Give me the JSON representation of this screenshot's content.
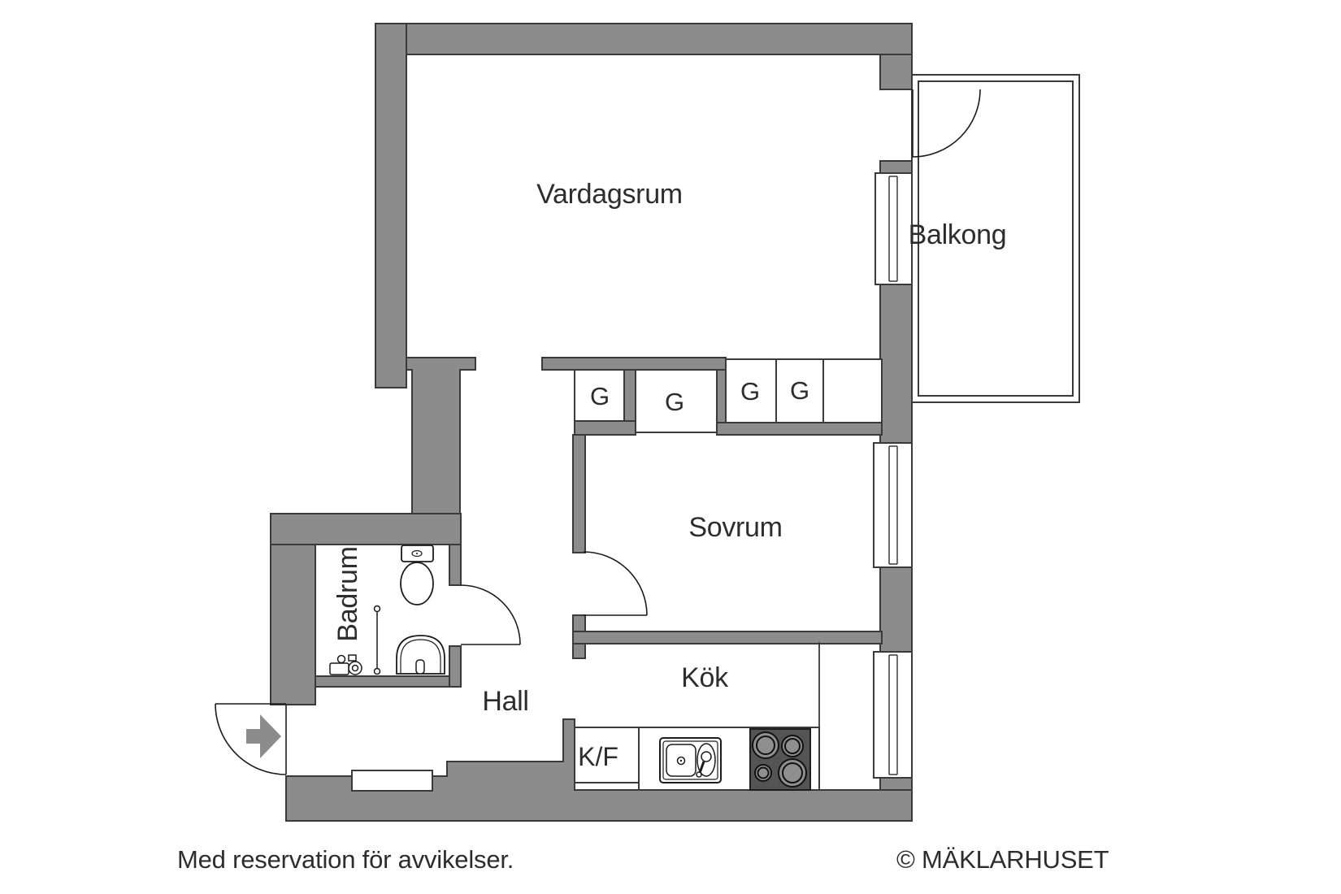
{
  "colors": {
    "wall": "#8c8c8c",
    "wall_outline": "#3a3a3a",
    "stove": "#545454",
    "burner": "#8f8f8f",
    "label_text": "#2d2d2d"
  },
  "rooms": {
    "vardagsrum": {
      "label": "Vardagsrum"
    },
    "balkong": {
      "label": "Balkong"
    },
    "sovrum": {
      "label": "Sovrum"
    },
    "kok": {
      "label": "Kök"
    },
    "hall": {
      "label": "Hall"
    },
    "badrum": {
      "label": "Badrum"
    }
  },
  "kitchen": {
    "fridge_freezer": "K/F"
  },
  "closets": {
    "c1": "G",
    "c2": "G",
    "c3": "G",
    "c4": "G"
  },
  "footer": {
    "disclaimer": "Med reservation för avvikelser.",
    "copyright": "© MÄKLARHUSET"
  }
}
